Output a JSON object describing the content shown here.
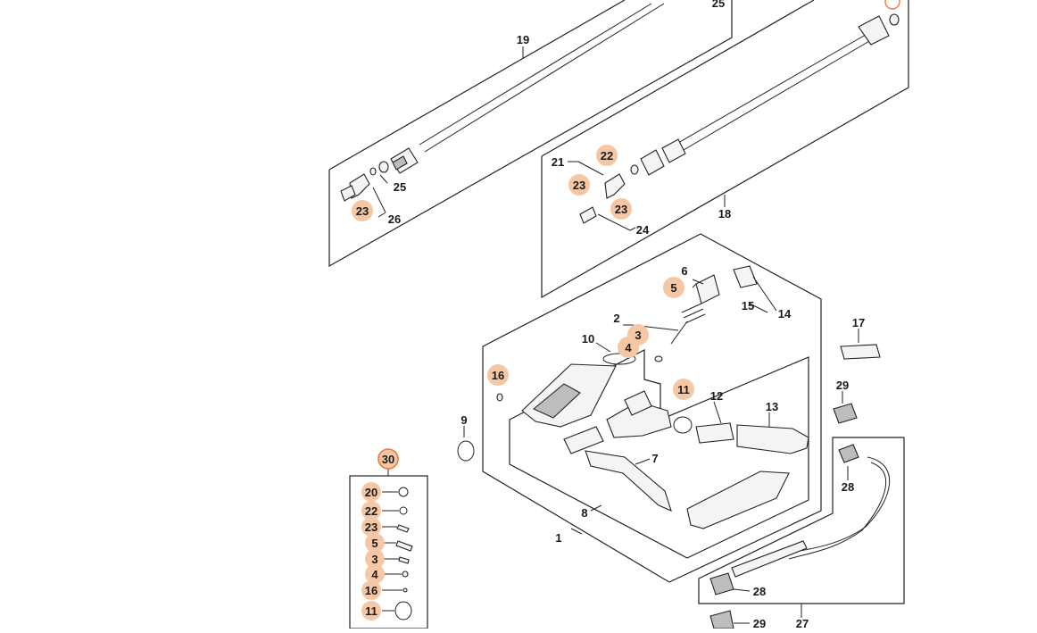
{
  "labels": {
    "l19": "19",
    "l25a": "25",
    "l25b": "25",
    "l26": "26",
    "l23a": "23",
    "l21": "21",
    "l22": "22",
    "l23b": "23",
    "l23c": "23",
    "l24": "24",
    "l18": "18",
    "l6": "6",
    "l5": "5",
    "l15": "15",
    "l14": "14",
    "l2": "2",
    "l3": "3",
    "l4": "4",
    "l10": "10",
    "l16": "16",
    "l11": "11",
    "l12": "12",
    "l13": "13",
    "l9": "9",
    "l7": "7",
    "l8": "8",
    "l1": "1",
    "l17": "17",
    "l29a": "29",
    "l28a": "28",
    "l28b": "28",
    "l29b": "29",
    "l27": "27"
  },
  "kit": {
    "title": "30",
    "items": [
      "20",
      "22",
      "23",
      "5",
      "3",
      "4",
      "16",
      "11"
    ]
  },
  "colors": {
    "highlight": "#f6c7a4",
    "highlight_ring": "#e87a3a",
    "line": "#222222"
  }
}
